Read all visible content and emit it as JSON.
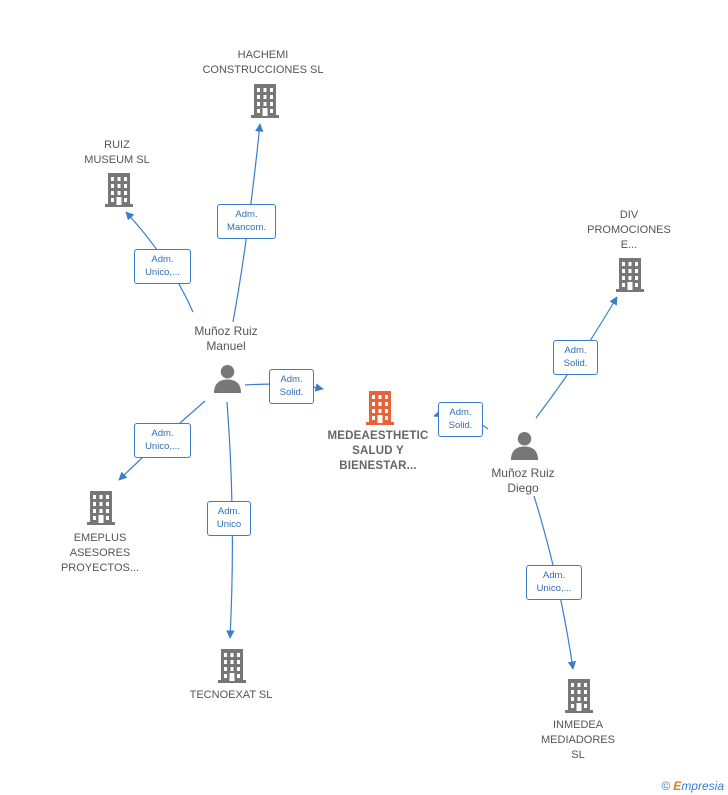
{
  "colors": {
    "edge": "#3a7ecb",
    "building": "#777777",
    "building_center": "#e8623a",
    "person": "#777777"
  },
  "companies": {
    "hachemi": "HACHEMI\nCONSTRUCCIONES SL",
    "ruiz_museum": "RUIZ\nMUSEUM  SL",
    "div_promociones": "DIV\nPROMOCIONES\nE...",
    "medeaesthetic": "MEDEAESTHETIC\nSALUD Y\nBIENESTAR...",
    "emeplus": "EMEPLUS\nASESORES\nPROYECTOS...",
    "tecnoexat": "TECNOEXAT SL",
    "inmedea": "INMEDEA\nMEDIADORES\nSL"
  },
  "persons": {
    "manuel": "Muñoz Ruiz\nManuel",
    "diego": "Muñoz Ruiz\nDiego"
  },
  "edges": {
    "manuel_hachemi": "Adm.\nMancom.",
    "manuel_ruiz": "Adm.\nUnico,...",
    "manuel_medea": "Adm.\nSolid.",
    "manuel_emeplus": "Adm.\nUnico,...",
    "manuel_tecnoexat": "Adm.\nUnico",
    "diego_medea": "Adm.\nSolid.",
    "diego_div": "Adm.\nSolid.",
    "diego_inmedea": "Adm.\nUnico,..."
  },
  "brand": {
    "copyright": "©",
    "first_letter": "E",
    "rest": "mpresia"
  }
}
